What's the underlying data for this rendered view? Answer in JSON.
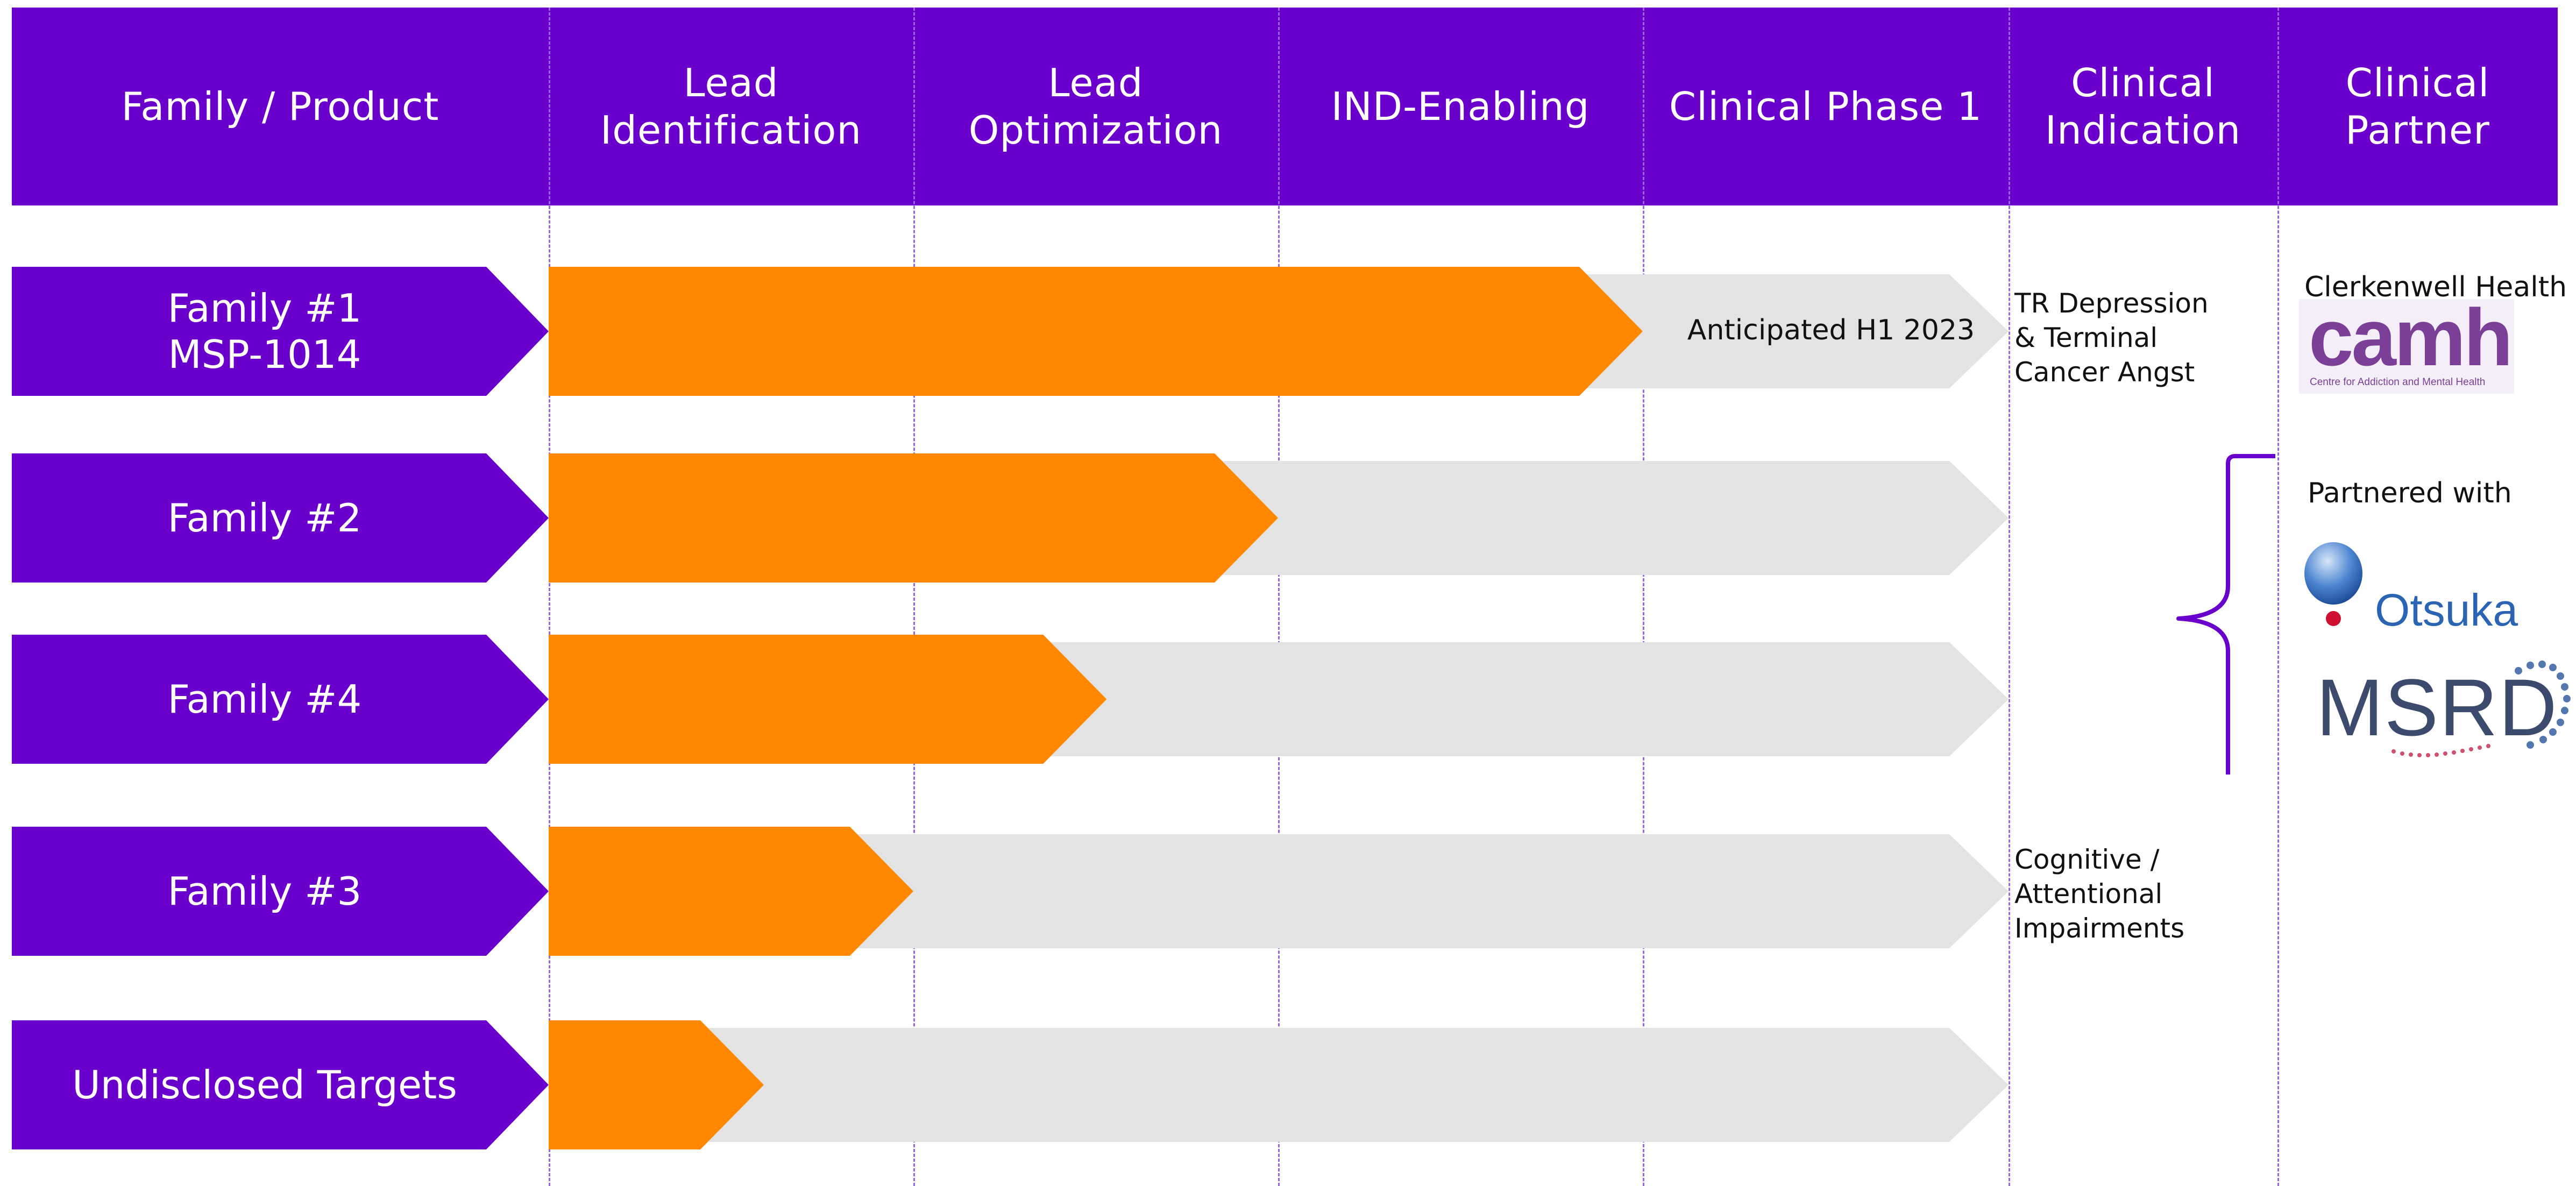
{
  "header": {
    "columns": [
      "Family / Product",
      "Lead\nIdentification",
      "Lead\nOptimization",
      "IND-Enabling",
      "Clinical Phase 1",
      "Clinical\nIndication",
      "Clinical\nPartner"
    ]
  },
  "rows": [
    {
      "label": "Family #1\nMSP-1014",
      "progress_stage": 3.0,
      "note": "Anticipated H1 2023"
    },
    {
      "label": "Family #2",
      "progress_stage": 2.0
    },
    {
      "label": "Family #4",
      "progress_stage": 1.53
    },
    {
      "label": "Family #3",
      "progress_stage": 1.0
    },
    {
      "label": "Undisclosed Targets",
      "progress_stage": 0.59
    }
  ],
  "indications": {
    "family1": "TR Depression\n& Terminal\nCancer Angst",
    "family3": "Cognitive /\nAttentional\nImpairments"
  },
  "partners": {
    "clerkenwell": "Clerkenwell Health",
    "camh_wordmark": "camh",
    "camh_tagline": "Centre for Addiction and Mental Health",
    "partnered_with": "Partnered with",
    "otsuka": "Otsuka",
    "msrd": "MSRD"
  },
  "colors": {
    "purple": "#6a00cc",
    "orange": "#ff8800",
    "gray": "#e3e3e3",
    "camh_purple": "#7b3f98",
    "otsuka_blue": "#2a64b3",
    "otsuka_red": "#d01030",
    "msrd_navy": "#3c4a6e"
  }
}
